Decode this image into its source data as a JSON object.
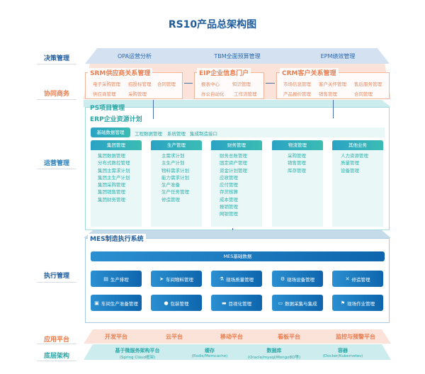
{
  "title": "RS10产品总架构图",
  "layers": {
    "decision": "决策管理",
    "coop": "协同商务",
    "ops": "运营管理",
    "exec": "执行管理",
    "app": "应用平台",
    "base": "底层架构"
  },
  "decision": [
    "OPA运营分析",
    "TBM全面预算管理",
    "EPM绩效管理"
  ],
  "srm": {
    "title": "SRM供应商关系管理",
    "items": [
      "电子采购管理",
      "招投标管理",
      "合同管理",
      "供应商管理",
      "采购管理"
    ]
  },
  "eip": {
    "title": "EIP企业信息门户",
    "items": [
      "报表中心",
      "知识管理",
      "办公自动化",
      "工作流管理"
    ]
  },
  "crm": {
    "title": "CRM客户关系管理",
    "items": [
      "市场信息管理",
      "客户关怀管理",
      "售后服务管理",
      "产品报价管理",
      "销售管理",
      "合同管理"
    ]
  },
  "ps": "PS项目管理",
  "erp": {
    "title": "ERP企业资源计划",
    "tabs": [
      "基础数据管理",
      "工程数据管理",
      "系统管理",
      "集成制造接口"
    ],
    "columns": [
      {
        "h": "集团管理",
        "items": [
          "集团数据管理",
          "分布式数控管理",
          "集团主需求计划",
          "集团主生产计划",
          "集团采购管理",
          "集团销售管理",
          "集团财务管理"
        ]
      },
      {
        "h": "生产管理",
        "items": [
          "主需求计划",
          "主生产计划",
          "物料需求计划",
          "能力需求计划",
          "生产准备",
          "生产任务管理",
          "修造管理"
        ]
      },
      {
        "h": "财务管理",
        "items": [
          "财务总账管理",
          "固定资产管理",
          "资金计划管理",
          "应收管理",
          "应付管理",
          "存货核算",
          "成本管理",
          "报销管理",
          "网银管理"
        ]
      },
      {
        "h": "物流管理",
        "items": [
          "采购管理",
          "销售管理",
          "库存管理"
        ]
      },
      {
        "h": "其他业务",
        "items": [
          "人力资源管理",
          "质量管理",
          "设备管理"
        ]
      }
    ]
  },
  "mes": {
    "title": "MES制造执行系统",
    "base": "MES基础数据",
    "buttons": [
      {
        "icon": "▤",
        "label": "生产排程"
      },
      {
        "icon": "➤",
        "label": "车间物料管理"
      },
      {
        "icon": "⚗",
        "label": "现场质量管理"
      },
      {
        "icon": "⚙",
        "label": "现场设备管理"
      },
      {
        "icon": "✕",
        "label": "修造管理"
      },
      {
        "icon": "▣",
        "label": "车间生产准备管理"
      },
      {
        "icon": "●",
        "label": "包装管理"
      },
      {
        "icon": "▬",
        "label": "目视化管理"
      },
      {
        "icon": "▭",
        "label": "数据采集与集成"
      },
      {
        "icon": "⚑",
        "label": "现场作业管理"
      }
    ]
  },
  "platforms": [
    "开发平台",
    "云平台",
    "移动平台",
    "看板平台",
    "监控与预警平台"
  ],
  "base": [
    {
      "t": "基于微服务架构平台",
      "s": "(Spring Cloud框架)"
    },
    {
      "t": "缓存",
      "s": "(Rsdis/Memcache)"
    },
    {
      "t": "数据库",
      "s": "(Oracle/mysql/MongoBD等)"
    },
    {
      "t": "容器",
      "s": "(Docker/Kubernetes)"
    }
  ]
}
